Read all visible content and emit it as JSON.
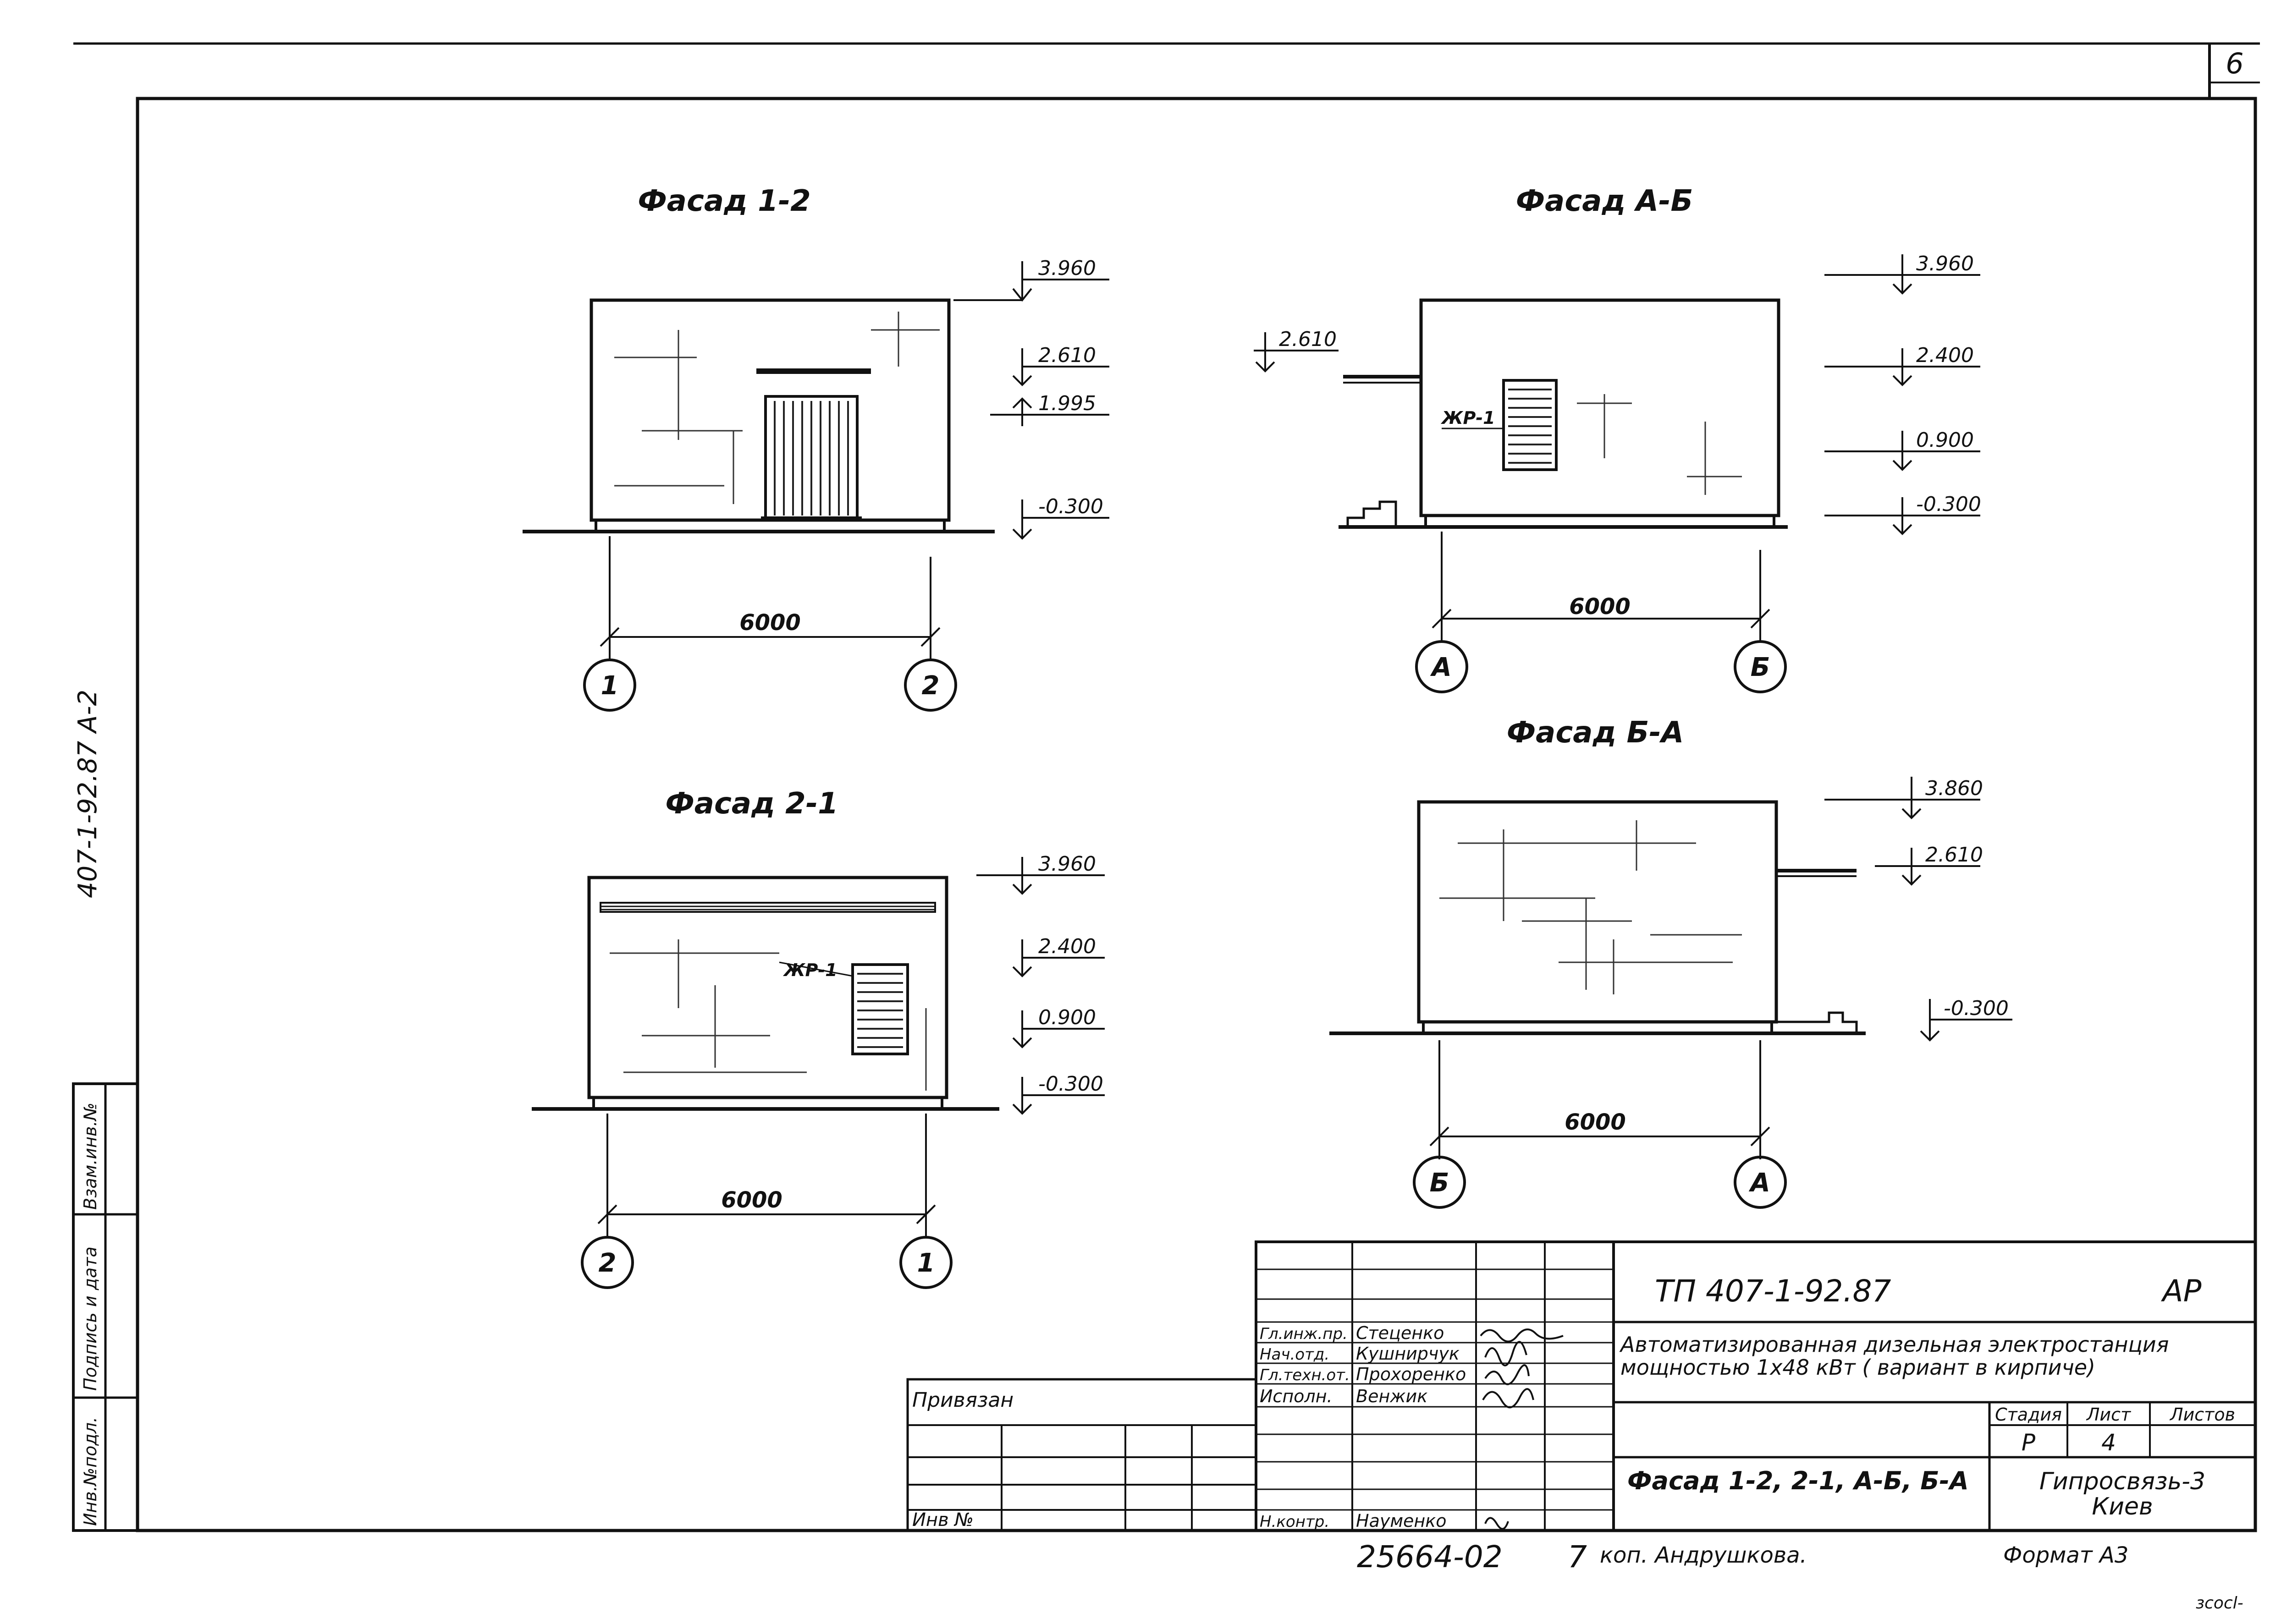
{
  "sheet": {
    "sheet_number": "6",
    "side_code": "407-1-92.87  А-2",
    "bottom_number": "25664-02",
    "bottom_digit": "7",
    "copied": "коп. Андрушкова.",
    "format": "Формат А3",
    "corner_mark": "зсосl-"
  },
  "left_stamp": {
    "cells": [
      "Инв.№подл.",
      "Подпись и дата",
      "Взам.инв.№"
    ]
  },
  "facades": [
    {
      "title": "Фасад 1-2",
      "levels": [
        "3.960",
        "2.610",
        "1.995",
        "-0.300"
      ],
      "dimension": "6000",
      "axes": [
        "1",
        "2"
      ]
    },
    {
      "title": "Фасад А-Б",
      "levels": [
        "3.960",
        "2.400",
        "0.900",
        "-0.300"
      ],
      "left_level": "2.610",
      "louver": "ЖР-1",
      "dimension": "6000",
      "axes": [
        "А",
        "Б"
      ]
    },
    {
      "title": "Фасад 2-1",
      "levels": [
        "3.960",
        "2.400",
        "0.900",
        "-0.300"
      ],
      "louver": "ЖР-1",
      "dimension": "6000",
      "axes": [
        "2",
        "1"
      ]
    },
    {
      "title": "Фасад Б-А",
      "levels": [
        "3.860",
        "2.610",
        "-0.300"
      ],
      "dimension": "6000",
      "axes": [
        "Б",
        "А"
      ]
    }
  ],
  "title_block": {
    "project_code": "ТП 407-1-92.87",
    "mark": "АР",
    "description_line1": "Автоматизированная дизельная электростанция",
    "description_line2": "мощностью  1х48 кВт ( вариант в кирпиче)",
    "stage_label": "Стадия",
    "sheet_label": "Лист",
    "sheets_label": "Листов",
    "stage": "Р",
    "sheet": "4",
    "drawing_name": "Фасад 1-2, 2-1, А-Б, Б-А",
    "organization_line1": "Гипросвязь-3",
    "organization_line2": "Киев",
    "privyazan": "Привязан",
    "inv_no": "Инв №",
    "roles": [
      {
        "role": "Гл.инж.пр.",
        "name": "Стеценко"
      },
      {
        "role": "Нач.отд.",
        "name": "Кушнирчук"
      },
      {
        "role": "Гл.техн.от.",
        "name": "Прохоренко"
      },
      {
        "role": "Исполн.",
        "name": "Венжик"
      },
      {
        "role": "Н.контр.",
        "name": "Науменко"
      }
    ]
  }
}
